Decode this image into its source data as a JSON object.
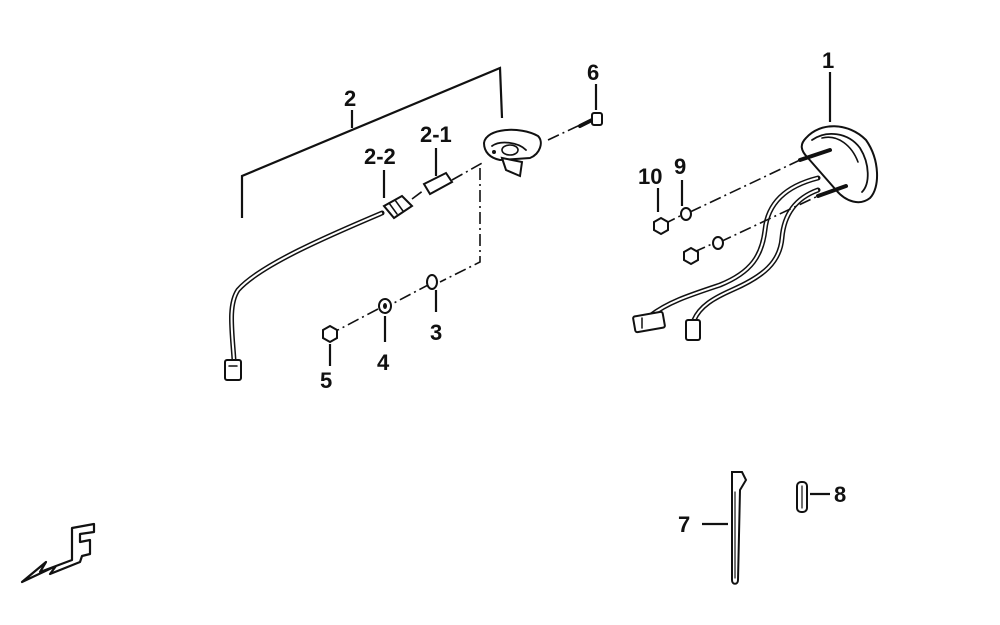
{
  "callouts": {
    "c1": "1",
    "c2": "2",
    "c2_1": "2-1",
    "c2_2": "2-2",
    "c3": "3",
    "c4": "4",
    "c5": "5",
    "c6": "6",
    "c7": "7",
    "c8": "8",
    "c9": "9",
    "c10": "10"
  },
  "direction_mark": "F",
  "colors": {
    "line": "#111111",
    "background": "#ffffff"
  }
}
